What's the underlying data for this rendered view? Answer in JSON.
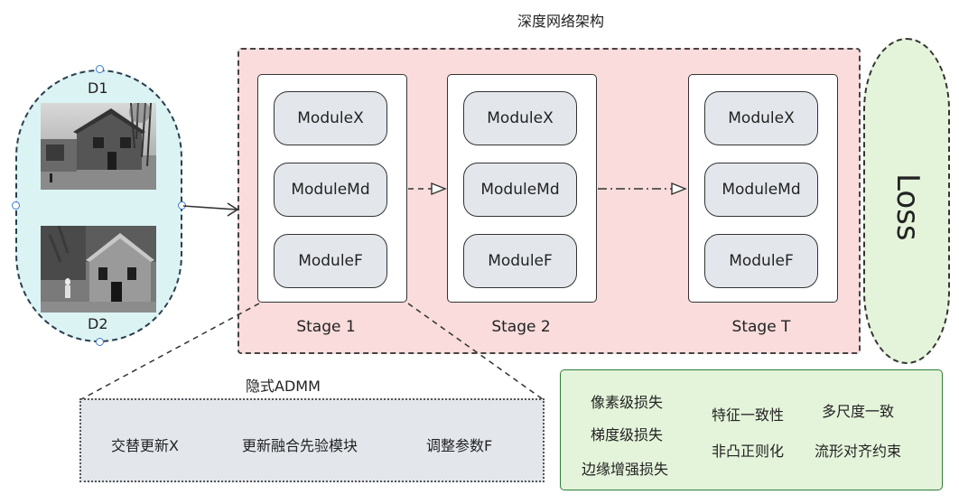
{
  "title": "深度网络架构",
  "inputs": {
    "d1_label": "D1",
    "d2_label": "D2"
  },
  "stages": [
    {
      "label": "Stage 1",
      "modules": [
        "ModuleX",
        "ModuleMd",
        "ModuleF"
      ]
    },
    {
      "label": "Stage 2",
      "modules": [
        "ModuleX",
        "ModuleMd",
        "ModuleF"
      ]
    },
    {
      "label": "Stage T",
      "modules": [
        "ModuleX",
        "ModuleMd",
        "ModuleF"
      ]
    }
  ],
  "loss": {
    "label": "Loss"
  },
  "admm": {
    "title": "隐式ADMM",
    "items": [
      "交替更新X",
      "更新融合先验模块",
      "调整参数F"
    ]
  },
  "loss_terms": [
    "像素级损失",
    "梯度级损失",
    "边缘增强损失",
    "特征一致性",
    "非凸正则化",
    "多尺度一致",
    "流形对齐约束"
  ],
  "colors": {
    "input_bg": "#dcf3f3",
    "network_bg": "#fadcdc",
    "module_bg": "#e3e7ec",
    "loss_bg": "#e4f4da",
    "loss_border": "#2f7d3a"
  }
}
